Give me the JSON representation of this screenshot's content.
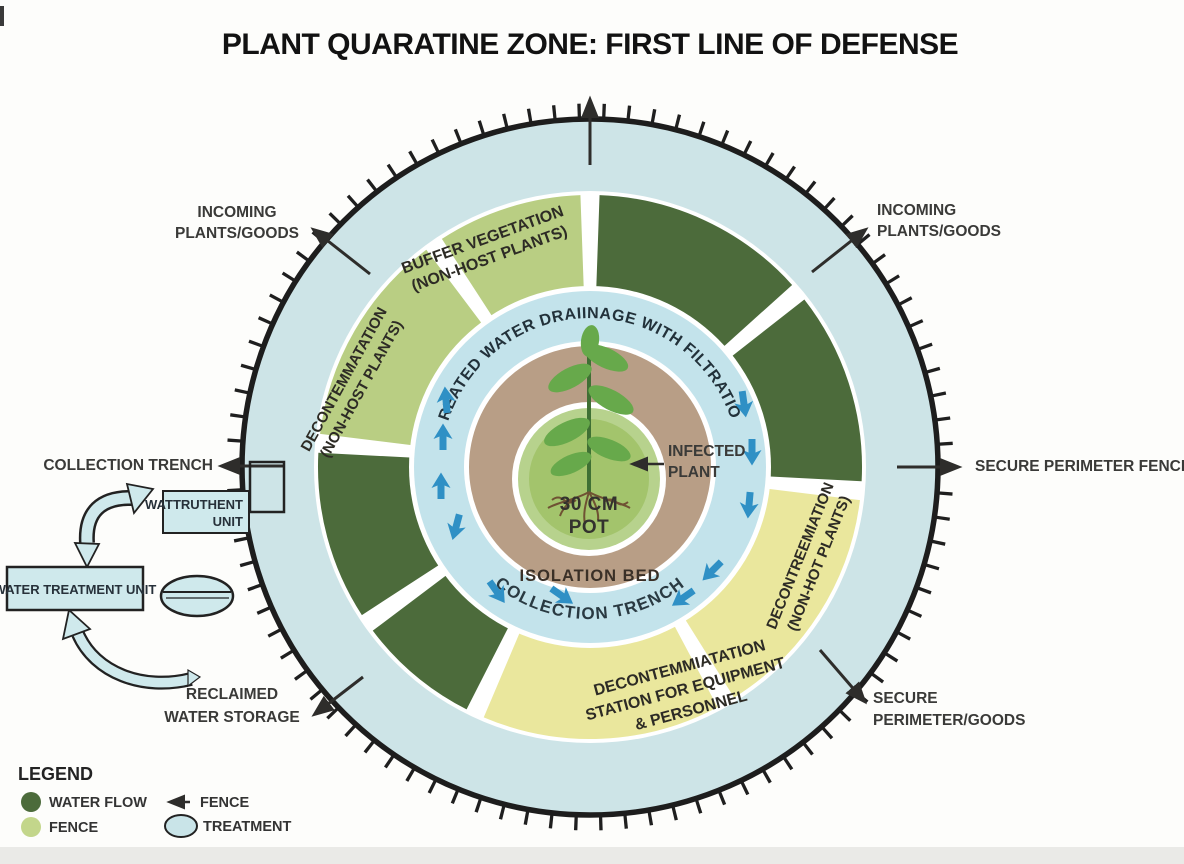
{
  "title": "PLANT QUARATINE ZONE: FIRST LINE OF DEFENSE",
  "colors": {
    "outer_band_blue": "#cde4e7",
    "inner_ring_blue": "#c3e3eb",
    "dark_green": "#4c6b3b",
    "light_green": "#b9ce83",
    "pale_yellow": "#eae79d",
    "isolation_tan": "#b89e86",
    "pot_green": "#a3c46c",
    "pot_rim_green": "#b7d28d",
    "flow_arrow_blue": "#2f90c5",
    "fence_black": "#1f1f1f",
    "box_fill_blue": "#cfe9ec"
  },
  "segments": {
    "buffer": {
      "line1": "BUFFER VEGETATION",
      "line2": "(NON-HOST PLANTS)"
    },
    "decon_left": {
      "line1": "DECONTEMMATATION",
      "line2": "(NON-HOST PLANTS)"
    },
    "decon_right": {
      "line1": "DECONTREEMIATION",
      "line2": "(NON-HOT PLANTS)"
    },
    "decon_station": {
      "line1": "DECONTEMMIATATION",
      "line2": "STATION FOR EQUIPMENT",
      "line3": "& PERSONNEL"
    }
  },
  "ring": {
    "treated_water_label": "TREATED WATER DRAIINAGE WITH FILTRATION",
    "collection_trench_label": "COLLECTION TRENCH",
    "isolation_bed_label": "ISOLATION BED",
    "pot_line1": "30 CM",
    "pot_line2": "POT",
    "infected_line1": "INFECTED",
    "infected_line2": "PLANT"
  },
  "callouts": {
    "incoming_left": {
      "line1": "INCOMING",
      "line2": "PLANTS/GOODS"
    },
    "incoming_right": {
      "line1": "INCOMING",
      "line2": "PLANTS/GOODS"
    },
    "secure_fence": {
      "line1": "SECURE PERIMETER FENCE"
    },
    "secure_goods": {
      "line1": "SECURE",
      "line2": "PERIMETER/GOODS"
    },
    "collection_trench": {
      "line1": "COLLECTION TRENCH"
    },
    "reclaimed": {
      "line1": "RECLAIMED",
      "line2": "WATER STORAGE"
    }
  },
  "water_loop": {
    "unit_small": {
      "line1": "WATTRUTHENT",
      "line2": "UNIT"
    },
    "unit_large": "WATER TREATMENT UNIT"
  },
  "legend": {
    "heading": "LEGEND",
    "items": [
      {
        "swatch": "dark-green-circle",
        "label": "WATER FLOW"
      },
      {
        "swatch": "light-green-circle",
        "label": "FENCE"
      },
      {
        "swatch": "fence-arrow",
        "label": "FENCE"
      },
      {
        "swatch": "treatment-ellipse",
        "label": "TREATMENT"
      }
    ]
  }
}
